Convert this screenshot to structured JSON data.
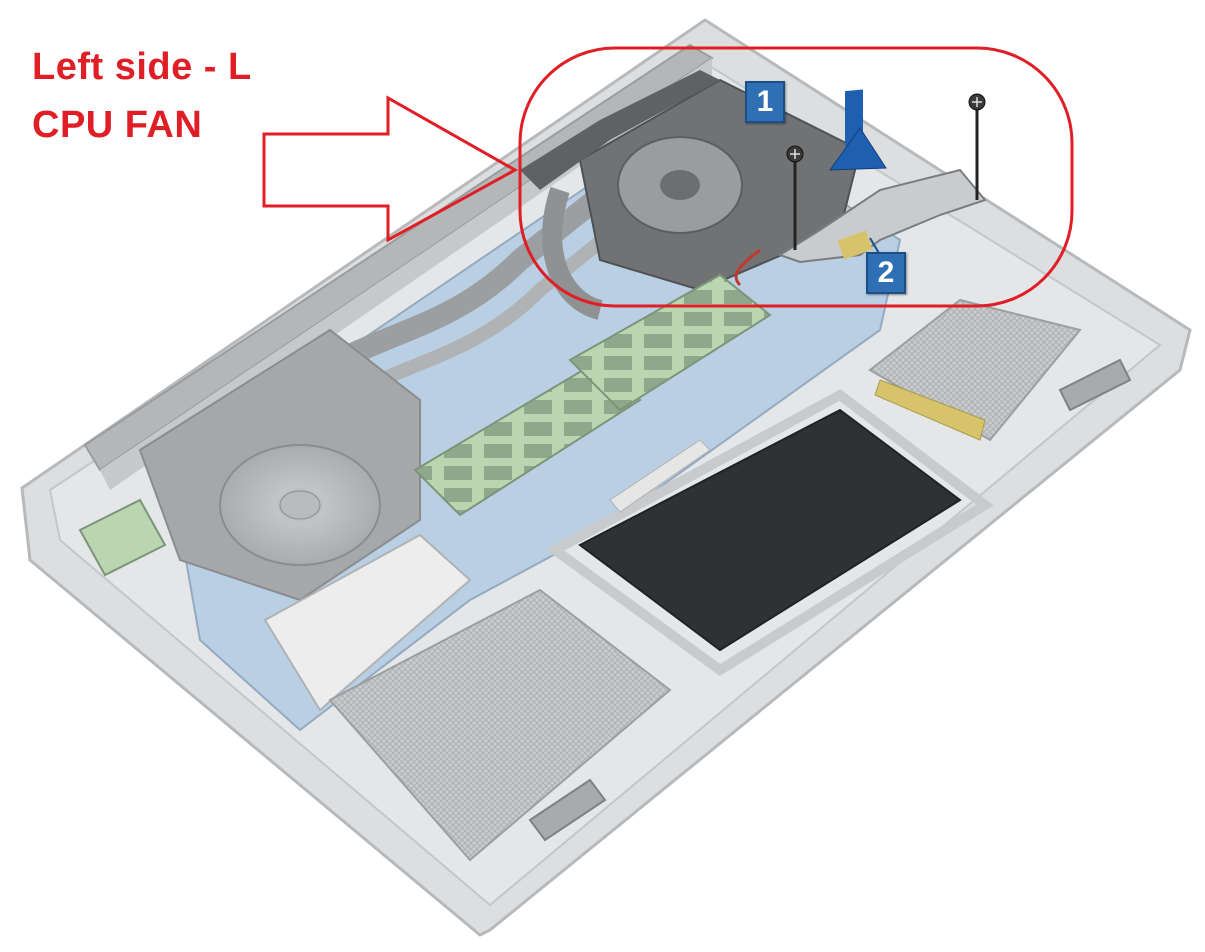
{
  "annotation": {
    "line1": "Left side - L",
    "line2": "CPU FAN",
    "color": "#e01e26"
  },
  "steps": {
    "step1": "1",
    "step2": "2",
    "badge_color": "#2f6fb3"
  },
  "colors": {
    "chassis": "#d7d9db",
    "board": "#b9cfe3",
    "ram": "#b9d6b0",
    "lift_arrow": "#1f5fb0"
  }
}
